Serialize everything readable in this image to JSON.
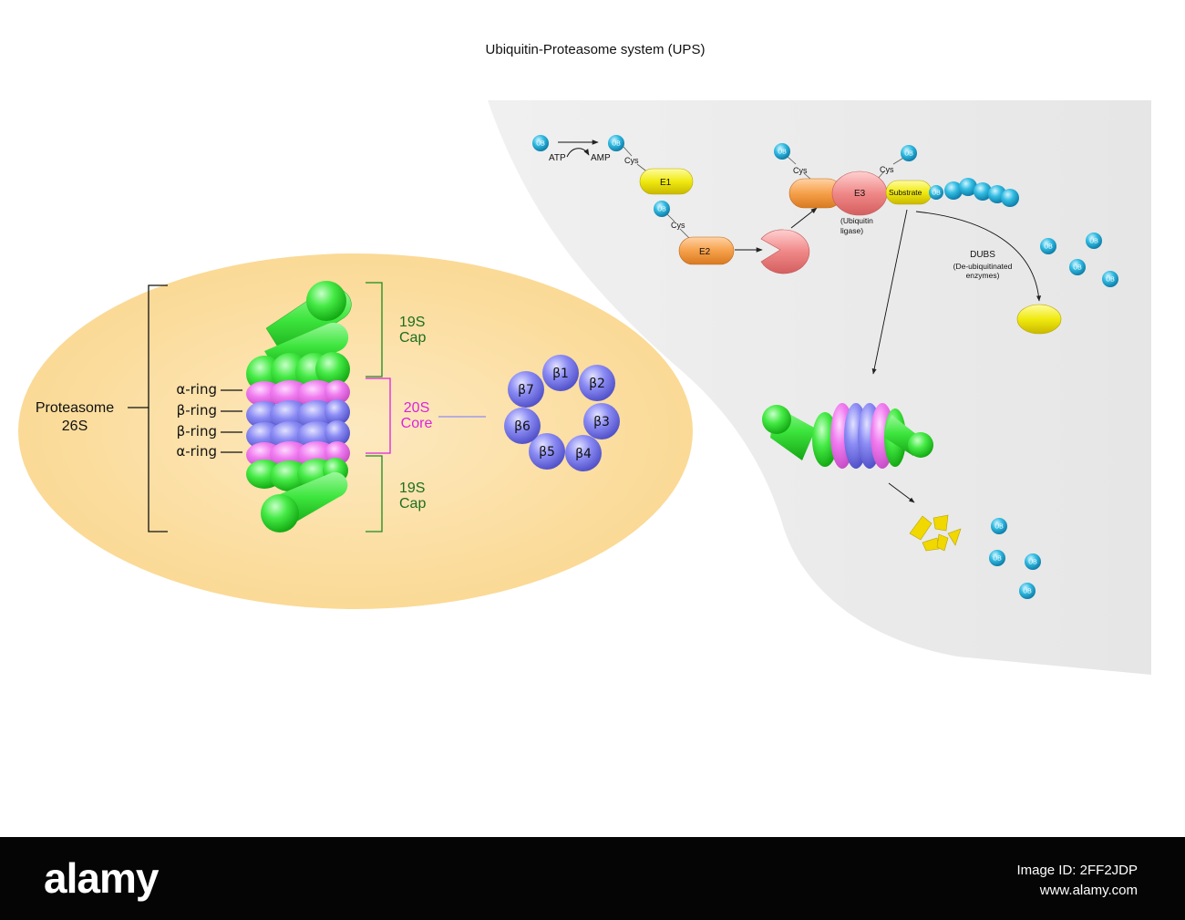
{
  "title": "Ubiquitin-Proteasome system (UPS)",
  "proteasome": {
    "name": "Proteasome",
    "size": "26S",
    "rings": [
      "α-ring",
      "β-ring",
      "β-ring",
      "α-ring"
    ],
    "cap_top": [
      "19S",
      "Cap"
    ],
    "core": [
      "20S",
      "Core"
    ],
    "cap_bottom": [
      "19S",
      "Cap"
    ],
    "beta_subunits": [
      "β1",
      "β2",
      "β3",
      "β4",
      "β5",
      "β6",
      "β7"
    ]
  },
  "pathway": {
    "ub": "UB",
    "atp": "ATP",
    "amp": "AMP",
    "cys": "Cys",
    "e1": "E1",
    "e2": "E2",
    "e3": "E3",
    "substrate": "Substrate",
    "ligase": [
      "(Ubiquitin",
      "ligase)"
    ],
    "dubs": "DUBS",
    "dubs_desc": [
      "(De-ubiquitinated",
      "enzymes)"
    ]
  },
  "footer": {
    "brand": "alamy",
    "image_id": "Image ID: 2FF2JDP",
    "site": "www.alamy.com"
  },
  "colors": {
    "green": "#3ee63e",
    "pink": "#f07cf0",
    "blue": "#8c8cf5",
    "core_label": "#dd22dd",
    "cap_label": "#1d6e1d",
    "ub": "#27b5dd",
    "e1": "#f0ea10",
    "e2": "#f6a04a",
    "e3": "#f08888"
  }
}
